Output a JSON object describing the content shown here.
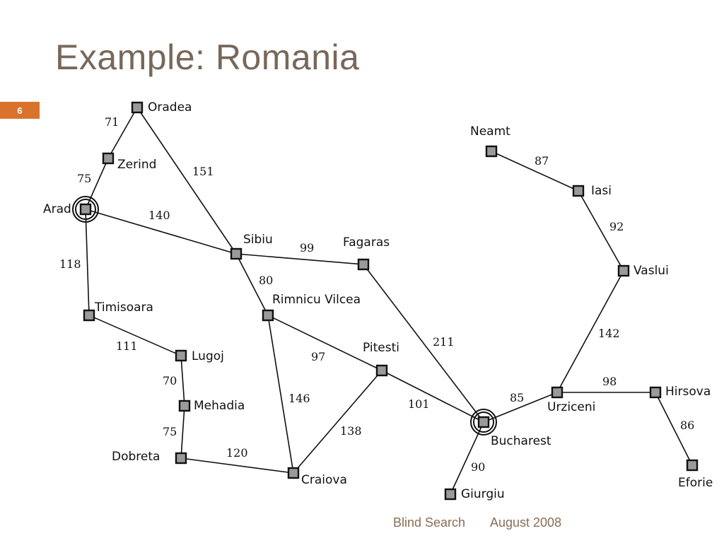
{
  "slide": {
    "title": "Example: Romania",
    "page_number": "6",
    "footer_left": "Blind Search",
    "footer_right": "August 2008",
    "accent_color": "#d9732c",
    "title_color": "#77685a"
  },
  "map": {
    "cities": [
      {
        "id": "oradea",
        "name": "Oradea"
      },
      {
        "id": "zerind",
        "name": "Zerind"
      },
      {
        "id": "arad",
        "name": "Arad",
        "double_ring": true
      },
      {
        "id": "timisoara",
        "name": "Timisoara"
      },
      {
        "id": "lugoj",
        "name": "Lugoj"
      },
      {
        "id": "mehadia",
        "name": "Mehadia"
      },
      {
        "id": "dobreta",
        "name": "Dobreta"
      },
      {
        "id": "craiova",
        "name": "Craiova"
      },
      {
        "id": "sibiu",
        "name": "Sibiu"
      },
      {
        "id": "rimnicu",
        "name": "Rimnicu Vilcea"
      },
      {
        "id": "fagaras",
        "name": "Fagaras"
      },
      {
        "id": "pitesti",
        "name": "Pitesti"
      },
      {
        "id": "bucharest",
        "name": "Bucharest",
        "double_ring": true
      },
      {
        "id": "giurgiu",
        "name": "Giurgiu"
      },
      {
        "id": "urziceni",
        "name": "Urziceni"
      },
      {
        "id": "hirsova",
        "name": "Hirsova"
      },
      {
        "id": "eforie",
        "name": "Eforie"
      },
      {
        "id": "vaslui",
        "name": "Vaslui"
      },
      {
        "id": "iasi",
        "name": "Iasi"
      },
      {
        "id": "neamt",
        "name": "Neamt"
      }
    ],
    "roads": [
      {
        "from": "oradea",
        "to": "zerind",
        "distance": "71"
      },
      {
        "from": "zerind",
        "to": "arad",
        "distance": "75"
      },
      {
        "from": "oradea",
        "to": "sibiu",
        "distance": "151"
      },
      {
        "from": "arad",
        "to": "sibiu",
        "distance": "140"
      },
      {
        "from": "arad",
        "to": "timisoara",
        "distance": "118"
      },
      {
        "from": "timisoara",
        "to": "lugoj",
        "distance": "111"
      },
      {
        "from": "lugoj",
        "to": "mehadia",
        "distance": "70"
      },
      {
        "from": "mehadia",
        "to": "dobreta",
        "distance": "75"
      },
      {
        "from": "dobreta",
        "to": "craiova",
        "distance": "120"
      },
      {
        "from": "sibiu",
        "to": "fagaras",
        "distance": "99"
      },
      {
        "from": "sibiu",
        "to": "rimnicu",
        "distance": "80"
      },
      {
        "from": "rimnicu",
        "to": "pitesti",
        "distance": "97"
      },
      {
        "from": "rimnicu",
        "to": "craiova",
        "distance": "146"
      },
      {
        "from": "craiova",
        "to": "pitesti",
        "distance": "138"
      },
      {
        "from": "fagaras",
        "to": "bucharest",
        "distance": "211"
      },
      {
        "from": "pitesti",
        "to": "bucharest",
        "distance": "101"
      },
      {
        "from": "bucharest",
        "to": "giurgiu",
        "distance": "90"
      },
      {
        "from": "bucharest",
        "to": "urziceni",
        "distance": "85"
      },
      {
        "from": "urziceni",
        "to": "hirsova",
        "distance": "98"
      },
      {
        "from": "hirsova",
        "to": "eforie",
        "distance": "86"
      },
      {
        "from": "urziceni",
        "to": "vaslui",
        "distance": "142"
      },
      {
        "from": "vaslui",
        "to": "iasi",
        "distance": "92"
      },
      {
        "from": "iasi",
        "to": "neamt",
        "distance": "87"
      }
    ]
  }
}
